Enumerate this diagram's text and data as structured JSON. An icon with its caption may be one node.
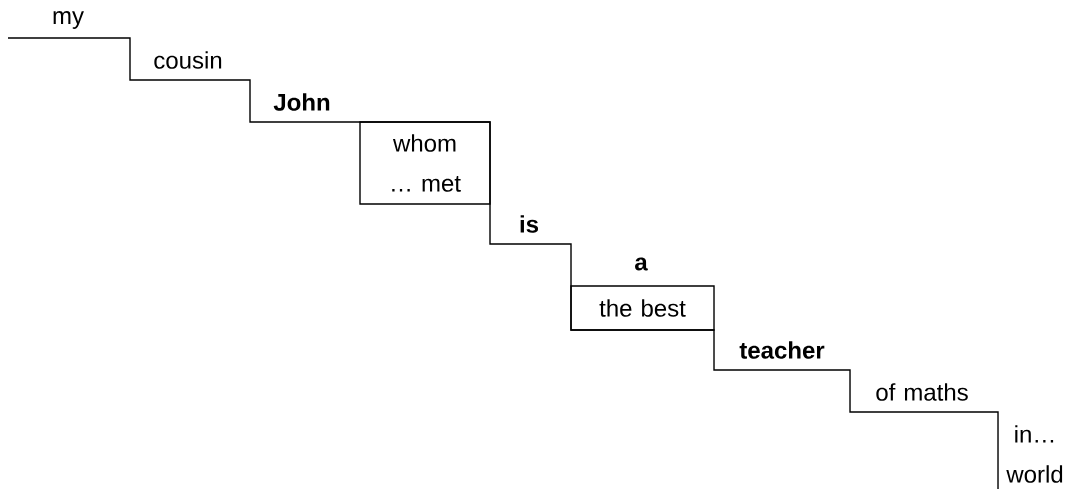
{
  "diagram": {
    "nodes": [
      {
        "text": [
          "whom … met"
        ]
      },
      {
        "text": [
          "the best"
        ]
      }
    ],
    "labels": [
      "my",
      "cousin",
      "John",
      "is",
      "a",
      "teacher",
      "of maths",
      "in… world"
    ]
  }
}
